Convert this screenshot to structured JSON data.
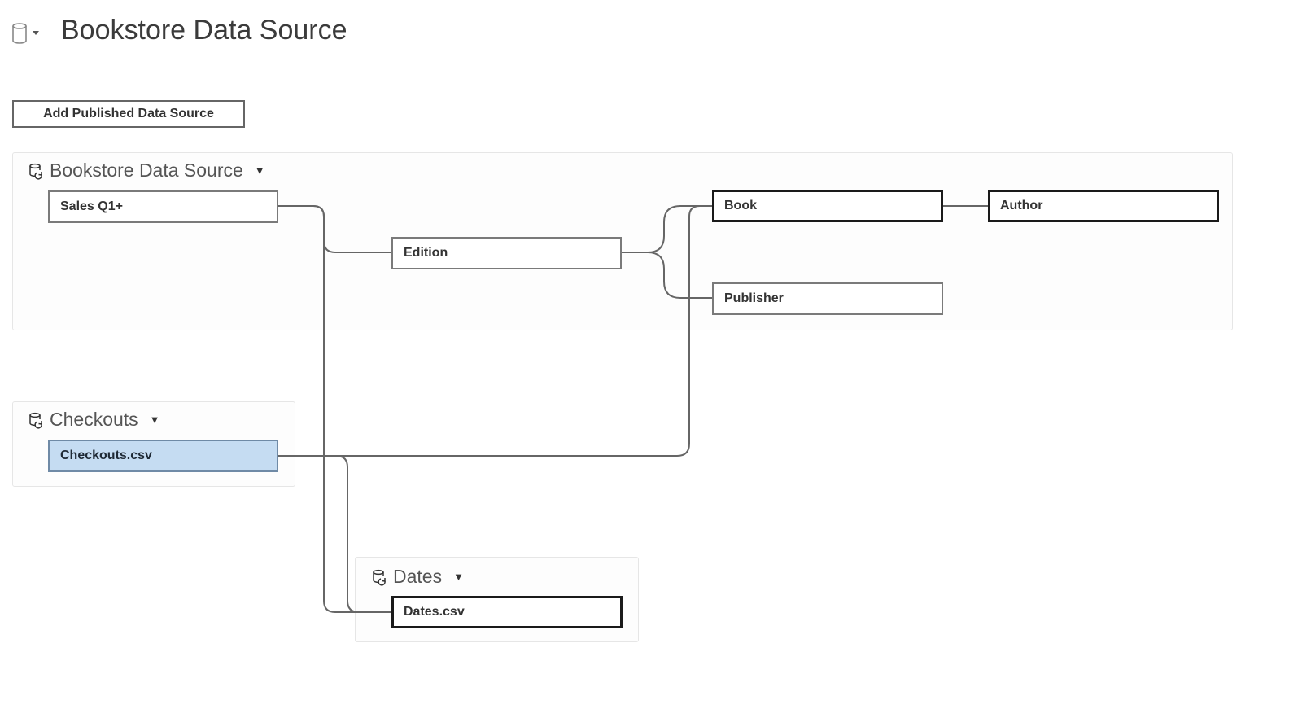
{
  "page": {
    "title": "Bookstore Data Source",
    "add_button_label": "Add Published Data Source"
  },
  "groups": [
    {
      "name": "Bookstore Data Source",
      "icon": "data-source-refresh-icon",
      "tables": [
        "Sales Q1+",
        "Edition",
        "Book",
        "Author",
        "Publisher"
      ]
    },
    {
      "name": "Checkouts",
      "icon": "data-source-refresh-icon",
      "tables": [
        "Checkouts.csv"
      ]
    },
    {
      "name": "Dates",
      "icon": "data-source-refresh-icon",
      "tables": [
        "Dates.csv"
      ]
    }
  ],
  "selected_table": "Checkouts.csv",
  "colors": {
    "selected_fill": "#c5dcf2",
    "link_stroke": "#666666",
    "group_border": "#e6e6e6"
  }
}
